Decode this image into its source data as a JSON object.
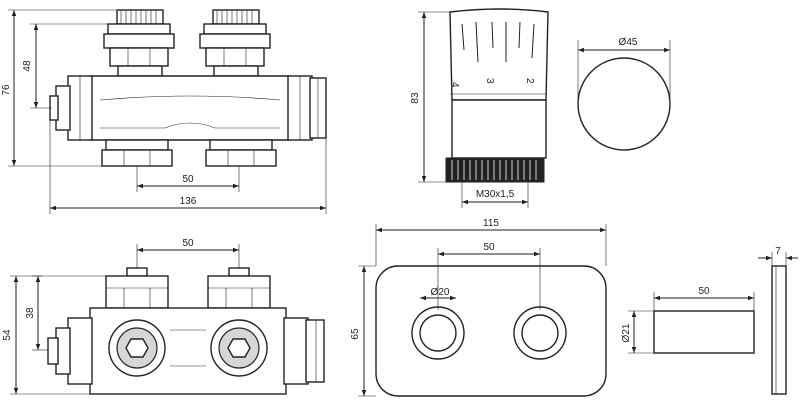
{
  "dimensions": {
    "top_left_height_inner": "48",
    "top_left_height_outer": "76",
    "top_left_spacing": "50",
    "top_left_width": "136",
    "knob_height": "83",
    "knob_thread": "M30x1,5",
    "knob_marks": [
      "4",
      "3",
      "2"
    ],
    "circle_diameter": "Ø45",
    "bottom_left_spacing": "50",
    "bottom_left_height_outer": "54",
    "bottom_left_height_inner": "38",
    "plate_width": "115",
    "plate_spacing": "50",
    "plate_hole_diameter": "Ø20",
    "plate_height": "65",
    "cylinder_length": "50",
    "cylinder_diameter": "Ø21",
    "washer_thickness": "7"
  },
  "colors": {
    "line": "#222222",
    "shade": "#d6d6d6",
    "background": "#ffffff"
  }
}
